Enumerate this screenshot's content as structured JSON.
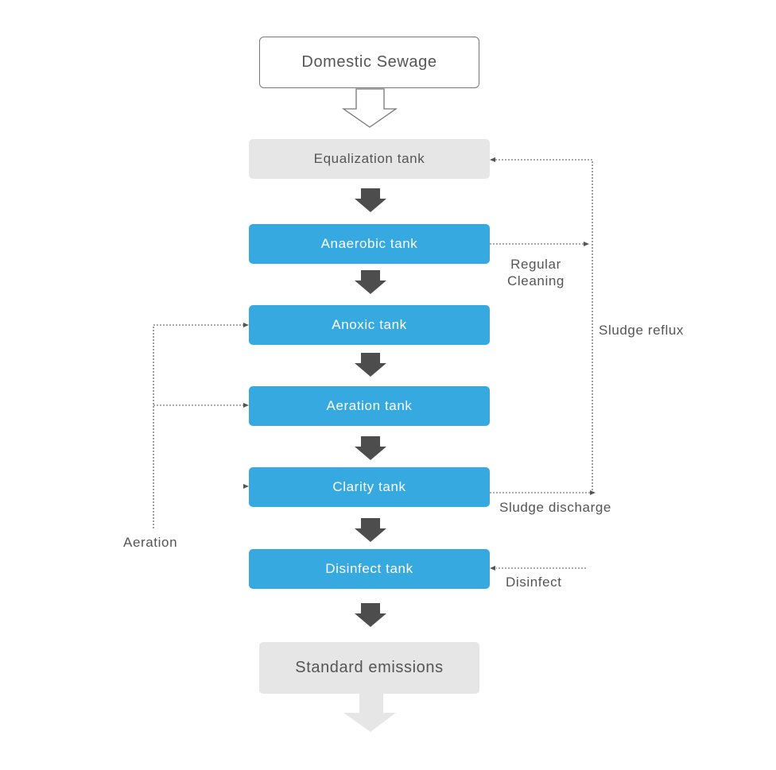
{
  "diagram": {
    "input": "Domestic Sewage",
    "stages": [
      "Equalization tank",
      "Anaerobic tank",
      "Anoxic tank",
      "Aeration tank",
      "Clarity tank",
      "Disinfect tank"
    ],
    "output": "Standard emissions",
    "side_labels": {
      "regular_cleaning_line1": "Regular",
      "regular_cleaning_line2": "Cleaning",
      "sludge_reflux": "Sludge reflux",
      "sludge_discharge": "Sludge discharge",
      "disinfect": "Disinfect",
      "aeration": "Aeration"
    },
    "colors": {
      "process_tank": "#36a9e1",
      "neutral_box": "#e6e6e6",
      "flow_arrow": "#4d4d4d",
      "text": "#555555"
    }
  }
}
